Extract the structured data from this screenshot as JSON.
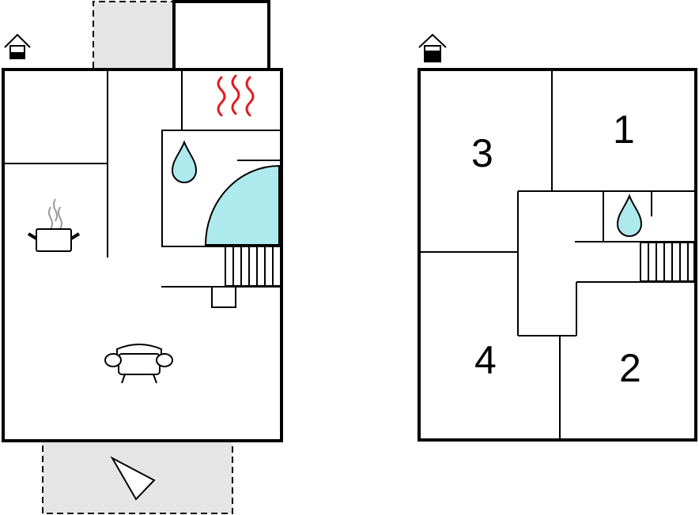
{
  "floor_plans": [
    {
      "level": "ground",
      "level_icon": "house-ground-floor-icon",
      "features": [
        "sauna-heat-icon",
        "bathroom-water-drop-icon",
        "shower-quarter-circle",
        "staircase",
        "kitchen-pot-icon",
        "living-room-armchair-icon",
        "terrace",
        "compass-pointer-icon"
      ]
    },
    {
      "level": "upper",
      "level_icon": "house-upper-floor-icon",
      "rooms": [
        {
          "number": "1"
        },
        {
          "number": "2"
        },
        {
          "number": "3"
        },
        {
          "number": "4"
        }
      ],
      "features": [
        "bathroom-water-drop-icon",
        "staircase"
      ]
    }
  ],
  "colors": {
    "wall": "#000000",
    "terrace_fill": "#e5e5e5",
    "water": "#aee9ee",
    "heat": "#e8191e",
    "steam": "#9a9a9a"
  }
}
